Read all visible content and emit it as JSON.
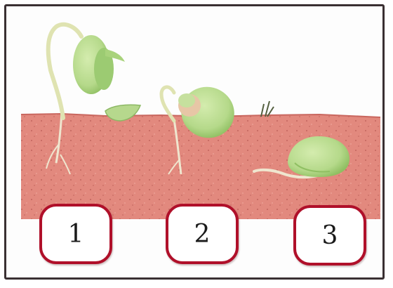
{
  "labels": [
    "1",
    "2",
    "3"
  ],
  "colors": {
    "soil": "#e2897e",
    "soil_dark": "#c9675f",
    "cotyledon": "#b9dc8e",
    "cotyledon_dark": "#8fbf62",
    "stem": "#e8e2b8",
    "label_border": "#b0102a",
    "frame": "#3a3032"
  },
  "icons": [
    "seedling-1",
    "seedling-2",
    "seed-3"
  ]
}
